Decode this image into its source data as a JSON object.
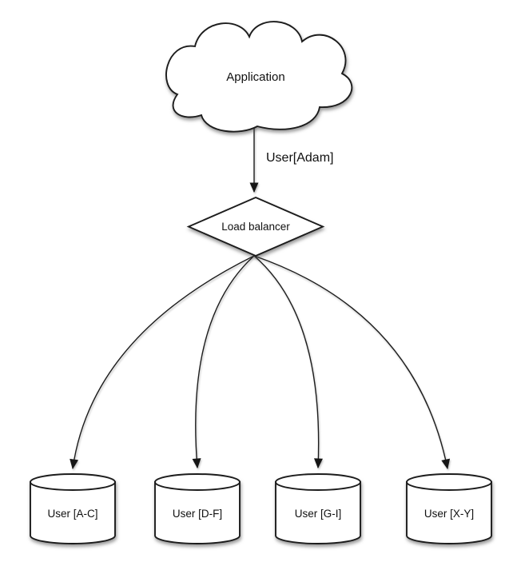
{
  "diagram": {
    "application": {
      "label": "Application"
    },
    "edge_app_to_lb": {
      "label": "User[Adam]"
    },
    "load_balancer": {
      "label": "Load balancer"
    },
    "shards": [
      {
        "label": "User [A-C]"
      },
      {
        "label": "User [D-F]"
      },
      {
        "label": "User [G-I]"
      },
      {
        "label": "User [X-Y]"
      }
    ],
    "colors": {
      "stroke": "#1c1c1c",
      "shape_fill": "#ffffff",
      "text": "#101010",
      "background": "#ffffff"
    }
  }
}
